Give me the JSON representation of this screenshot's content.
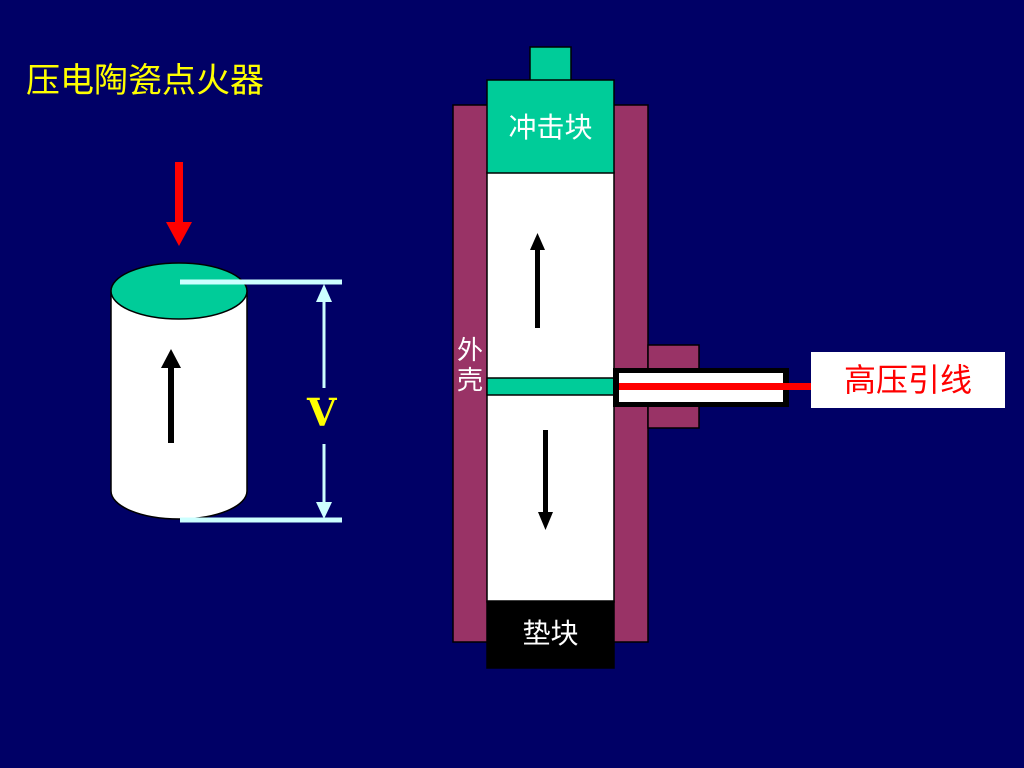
{
  "title": "压电陶瓷点火器",
  "voltage_label": "V",
  "labels": {
    "hammer": "冲击块",
    "shell": "外壳",
    "high_voltage_lead": "高压引线",
    "anvil": "垫块"
  },
  "colors": {
    "background": "#000066",
    "title": "#ffff00",
    "teal": "#00cc99",
    "shell": "#993366",
    "force_arrow": "#ff0000",
    "dimension_line": "#ccffff",
    "lead_wire": "#ff0000",
    "anvil": "#000000"
  },
  "icons": {
    "force_arrow": "down-arrow-icon",
    "polarization_arrows": "up-arrow-icon",
    "lower_arrow": "down-arrow-icon"
  }
}
